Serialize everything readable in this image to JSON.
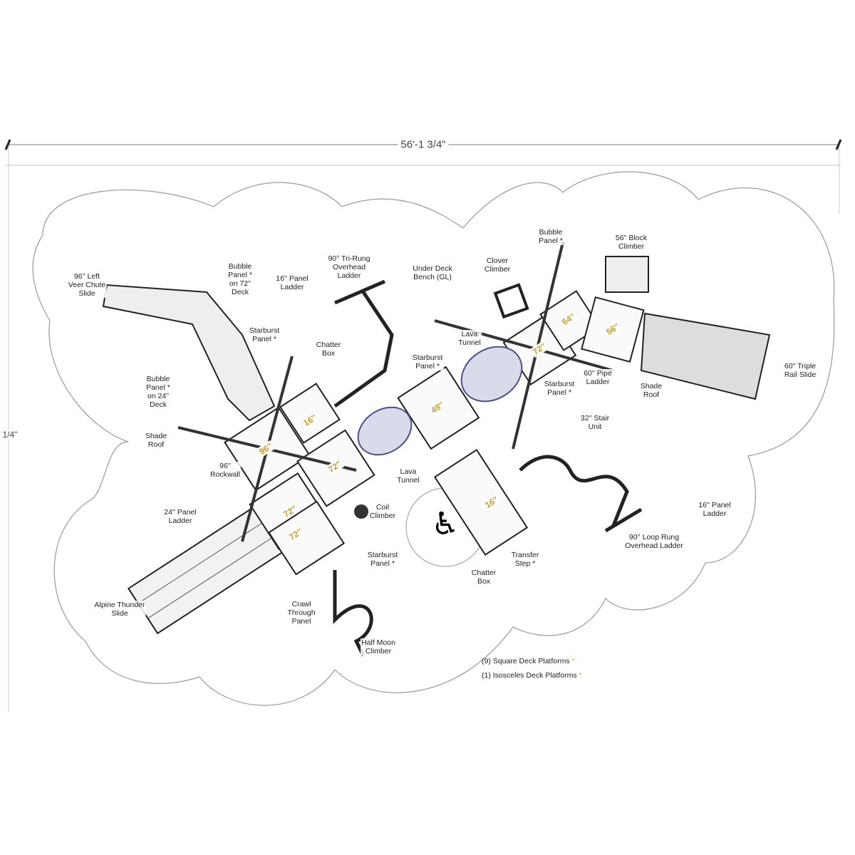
{
  "dimensions": {
    "width": "56'-1 3/4\"",
    "height": "1/4\""
  },
  "labels": [
    "96'' Left\nVeer Chute\nSlide",
    "Bubble\nPanel *\non 72''\nDeck",
    "16'' Panel\nLadder",
    "90° Tri-Rung\nOverhead\nLadder",
    "Under Deck\nBench (GL)",
    "Clover\nClimber",
    "Bubble\nPanel *",
    "56'' Block\nClimber",
    "Starburst\nPanel *",
    "Chatter\nBox",
    "Lava\nTunnel",
    "Starburst\nPanel *",
    "Starburst\nPanel *",
    "60'' Pipe\nLadder",
    "Shade\nRoof",
    "60'' Triple\nRail Slide",
    "Bubble\nPanel *\non 24''\nDeck",
    "Shade\nRoof",
    "96''\nRockwall",
    "32'' Stair\nUnit",
    "Lava\nTunnel",
    "Coil\nClimber",
    "24'' Panel\nLadder",
    "16'' Panel\nLadder",
    "90° Loop Rung\nOverhead Ladder",
    "Transfer\nStep *",
    "Starburst\nPanel *",
    "Chatter\nBox",
    "Crawl\nThrough\nPanel",
    "Alpine Thunder\nSlide",
    "Half Moon\nClimber"
  ],
  "deck_sizes": [
    "16''",
    "96''",
    "72''",
    "72''",
    "72''",
    "48''",
    "16''",
    "72''",
    "64''",
    "56''"
  ],
  "notes": [
    "(9) Square Deck Platforms",
    "(1) Isosceles Deck Platforms"
  ],
  "note_mark": "*",
  "colors": {
    "accent": "#c89b2a",
    "tunnel": "#4a4f8a"
  }
}
